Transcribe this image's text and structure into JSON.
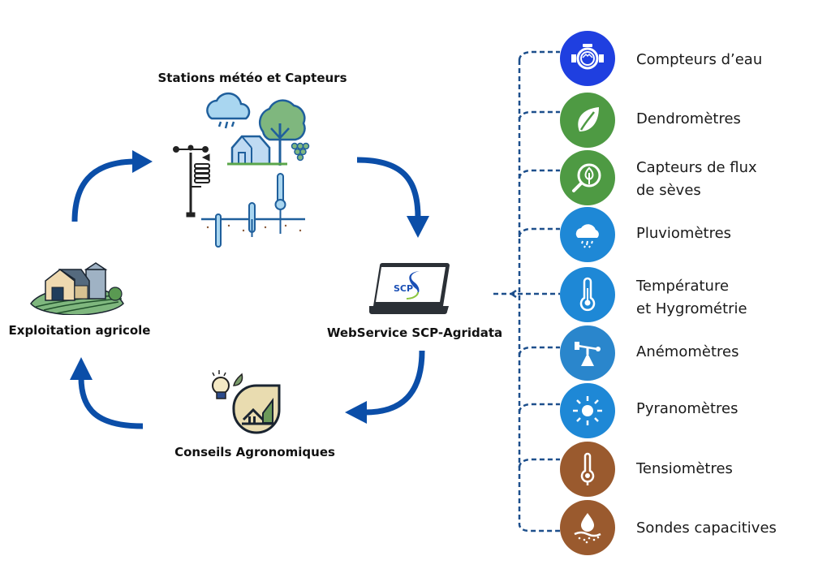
{
  "colors": {
    "arrow": "#0b4ea8",
    "connector": "#1d4f8c",
    "water_blue": "#1f3fe0",
    "green": "#4e9a43",
    "sky_blue": "#1e88d6",
    "mid_blue": "#2a86cc",
    "brown": "#9a5a2e"
  },
  "cycle": {
    "stations": {
      "label": "Stations météo et Capteurs"
    },
    "webservice": {
      "label": "WebService SCP-Agridata",
      "logo_text": "SCP"
    },
    "conseils": {
      "label": "Conseils Agronomiques"
    },
    "exploitation": {
      "label": "Exploitation agricole"
    }
  },
  "sensors": [
    {
      "label_lines": [
        "Compteurs d’eau"
      ],
      "icon": "water-meter-icon",
      "color": "#1f3fe0"
    },
    {
      "label_lines": [
        "Dendromètres"
      ],
      "icon": "leaf-icon",
      "color": "#4e9a43"
    },
    {
      "label_lines": [
        "Capteurs de flux",
        "de sèves"
      ],
      "icon": "sap-flow-magnifier-icon",
      "color": "#4e9a43"
    },
    {
      "label_lines": [
        "Pluviomètres"
      ],
      "icon": "rain-cloud-icon",
      "color": "#1e88d6"
    },
    {
      "label_lines": [
        "Température",
        "et Hygrométrie"
      ],
      "icon": "thermometer-icon",
      "color": "#1e88d6"
    },
    {
      "label_lines": [
        "Anémomètres"
      ],
      "icon": "anemometer-icon",
      "color": "#2a86cc"
    },
    {
      "label_lines": [
        "Pyranomètres"
      ],
      "icon": "sun-icon",
      "color": "#1e88d6"
    },
    {
      "label_lines": [
        "Tensiomètres"
      ],
      "icon": "tensiometer-icon",
      "color": "#9a5a2e"
    },
    {
      "label_lines": [
        "Sondes capacitives"
      ],
      "icon": "soil-moisture-drop-icon",
      "color": "#9a5a2e"
    }
  ]
}
